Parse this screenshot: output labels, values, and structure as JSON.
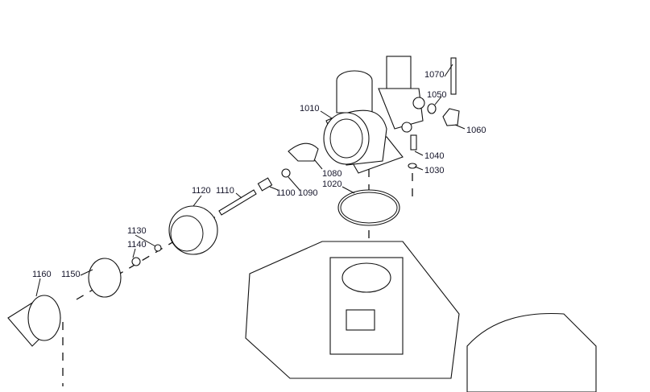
{
  "diagram": {
    "type": "exploded parts drawing",
    "part_labels": {
      "p1010": "1010",
      "p1020": "1020",
      "p1030": "1030",
      "p1040": "1040",
      "p1050": "1050",
      "p1060": "1060",
      "p1070": "1070",
      "p1080": "1080",
      "p1090": "1090",
      "p1100": "1100",
      "p1110": "1110",
      "p1120": "1120",
      "p1130": "1130",
      "p1140": "1140",
      "p1150": "1150",
      "p1160": "1160"
    }
  }
}
